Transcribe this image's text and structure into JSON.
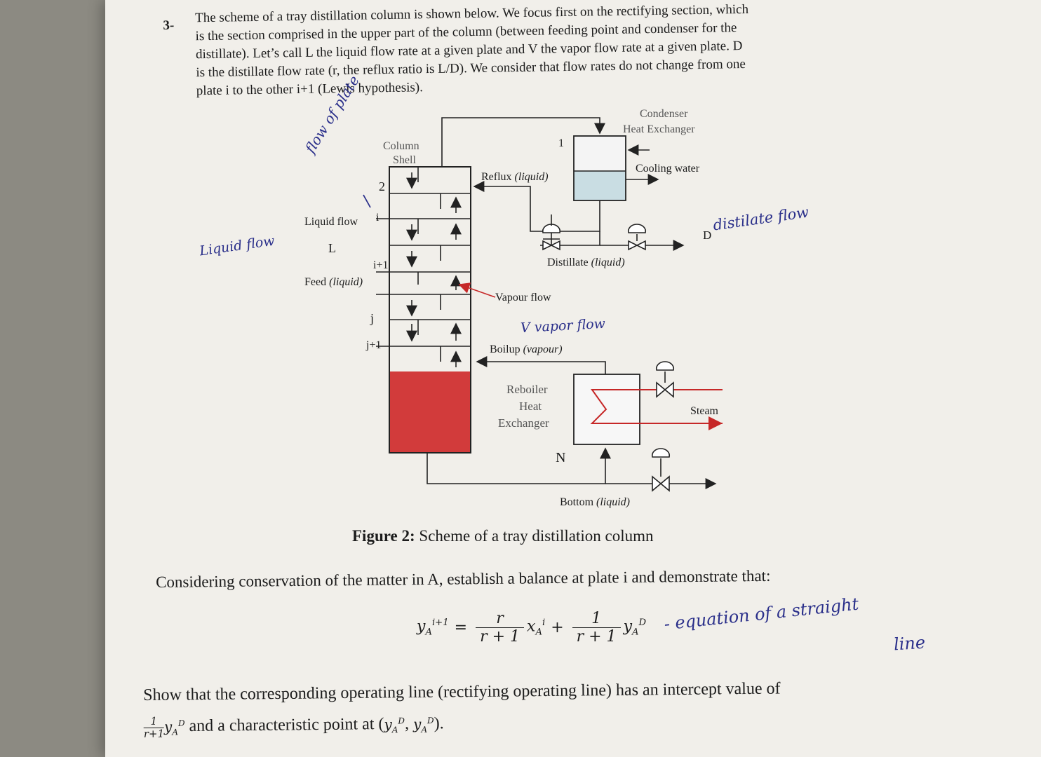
{
  "question": {
    "number": "3-",
    "lines": [
      "The scheme of a tray distillation column is shown below. We focus first on the rectifying section, which",
      "is the section comprised in the upper part of the column (between feeding point and condenser for the",
      "distillate). Let’s call L the liquid flow rate at a given plate and V the vapor flow rate at a given plate. D",
      "is the distillate flow rate (r, the reflux ratio is L/D). We consider that flow rates do not change from one",
      "plate i to the other i+1 (Lewis hypothesis)."
    ]
  },
  "diagram": {
    "condenser": "Condenser",
    "condenser_sub": "Heat Exchanger",
    "column": "Column",
    "column_sub": "Shell",
    "cooling_water": "Cooling water",
    "reflux": "Reflux",
    "reflux_phase": "(liquid)",
    "distillate": "Distillate",
    "distillate_phase": "(liquid)",
    "vapour_flow": "Vapour flow",
    "boilup": "Boilup",
    "boilup_phase": "(vapour)",
    "reboiler": "Reboiler",
    "reboiler_sub1": "Heat",
    "reboiler_sub2": "Exchanger",
    "steam": "Steam",
    "bottom": "Bottom",
    "bottom_phase": "(liquid)",
    "liquid_flow": "Liquid flow",
    "L": "L",
    "feed": "Feed",
    "feed_phase": "(liquid)",
    "plate_1": "1",
    "plate_2": "2",
    "plate_i": "i",
    "plate_i1": "i+1",
    "plate_j": "j",
    "plate_j1": "j+1",
    "plate_N": "N",
    "D": "D"
  },
  "handwriting": {
    "flow_of_plate": "flow of plate",
    "liquid_flow": "Liquid flow",
    "distillate_flow": "distilate flow",
    "v_vapor_flow": "V vapor flow",
    "equation_note_1": "- equation of a straight",
    "equation_note_2": "line"
  },
  "figure_caption": {
    "label": "Figure 2:",
    "text": " Scheme of a tray distillation column"
  },
  "instruction": "Considering conservation of the matter in A, establish a balance at plate i and demonstrate that:",
  "equation": {
    "lhs": "y",
    "lhs_sub": "A",
    "lhs_sup": "i+1",
    "eq": "=",
    "frac1_num": "r",
    "frac1_den": "r + 1",
    "term1": "x",
    "term1_sub": "A",
    "term1_sup": "i",
    "plus": "+",
    "frac2_num": "1",
    "frac2_den": "r + 1",
    "term2": "y",
    "term2_sub": "A",
    "term2_sup": "D"
  },
  "show": {
    "text1": "Show that the corresponding operating line (rectifying operating line) has an intercept value of",
    "frac_num": "1",
    "frac_den": "r+1",
    "yad": "y",
    "yad_sub": "A",
    "yad_sup": "D",
    "text2": " and a characteristic point at (",
    "p1": "y",
    "p1_sub": "A",
    "p1_sup": "D",
    "comma": ", ",
    "p2": "y",
    "p2_sub": "A",
    "p2_sup": "D",
    "text3": ")."
  },
  "colors": {
    "paper": "#f1efea",
    "liquid_red": "#d23b3b",
    "condenser_liquid": "#c9dde3",
    "ink_blue": "#2a2f8a"
  }
}
